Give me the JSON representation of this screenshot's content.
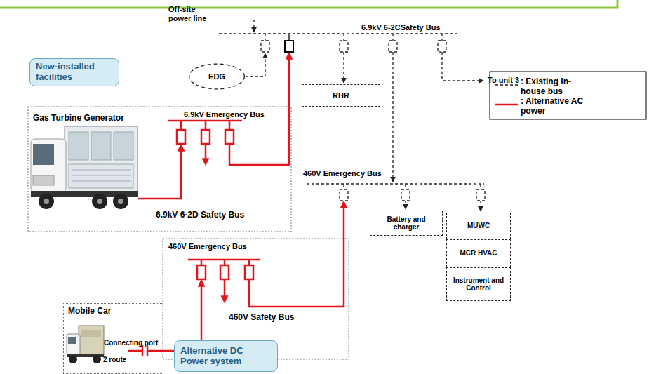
{
  "diagram": {
    "nodes": [
      {
        "text": [
          "EDG"
        ]
      },
      {
        "text": [
          "RHR"
        ]
      },
      {
        "text": [
          "New-installed facilities"
        ]
      },
      {
        "text": [
          "Battery and charger"
        ]
      },
      {
        "text": [
          "MUWC"
        ]
      },
      {
        "text": [
          "MCR HVAC"
        ]
      },
      {
        "text": [
          "Instrument and Control"
        ]
      },
      {
        "text": [
          "Mobile Car"
        ]
      },
      {
        "text": [
          "Alternative DC Power system"
        ]
      }
    ],
    "labels": [
      "Off-site power line",
      "6.9kV 6-2CSafety Bus",
      "To unit 3",
      "6.9kV Emergency Bus",
      "Gas Turbine Generator",
      "6.9kV 6-2D Safety Bus",
      "460V Emergency Bus",
      "460V Emergency Bus",
      "460V Safety Bus",
      "Connecting port",
      "2 route"
    ],
    "legend": [
      {
        "text": ": Existing in-house bus"
      },
      {
        "text": ": Alternative AC power"
      }
    ]
  }
}
